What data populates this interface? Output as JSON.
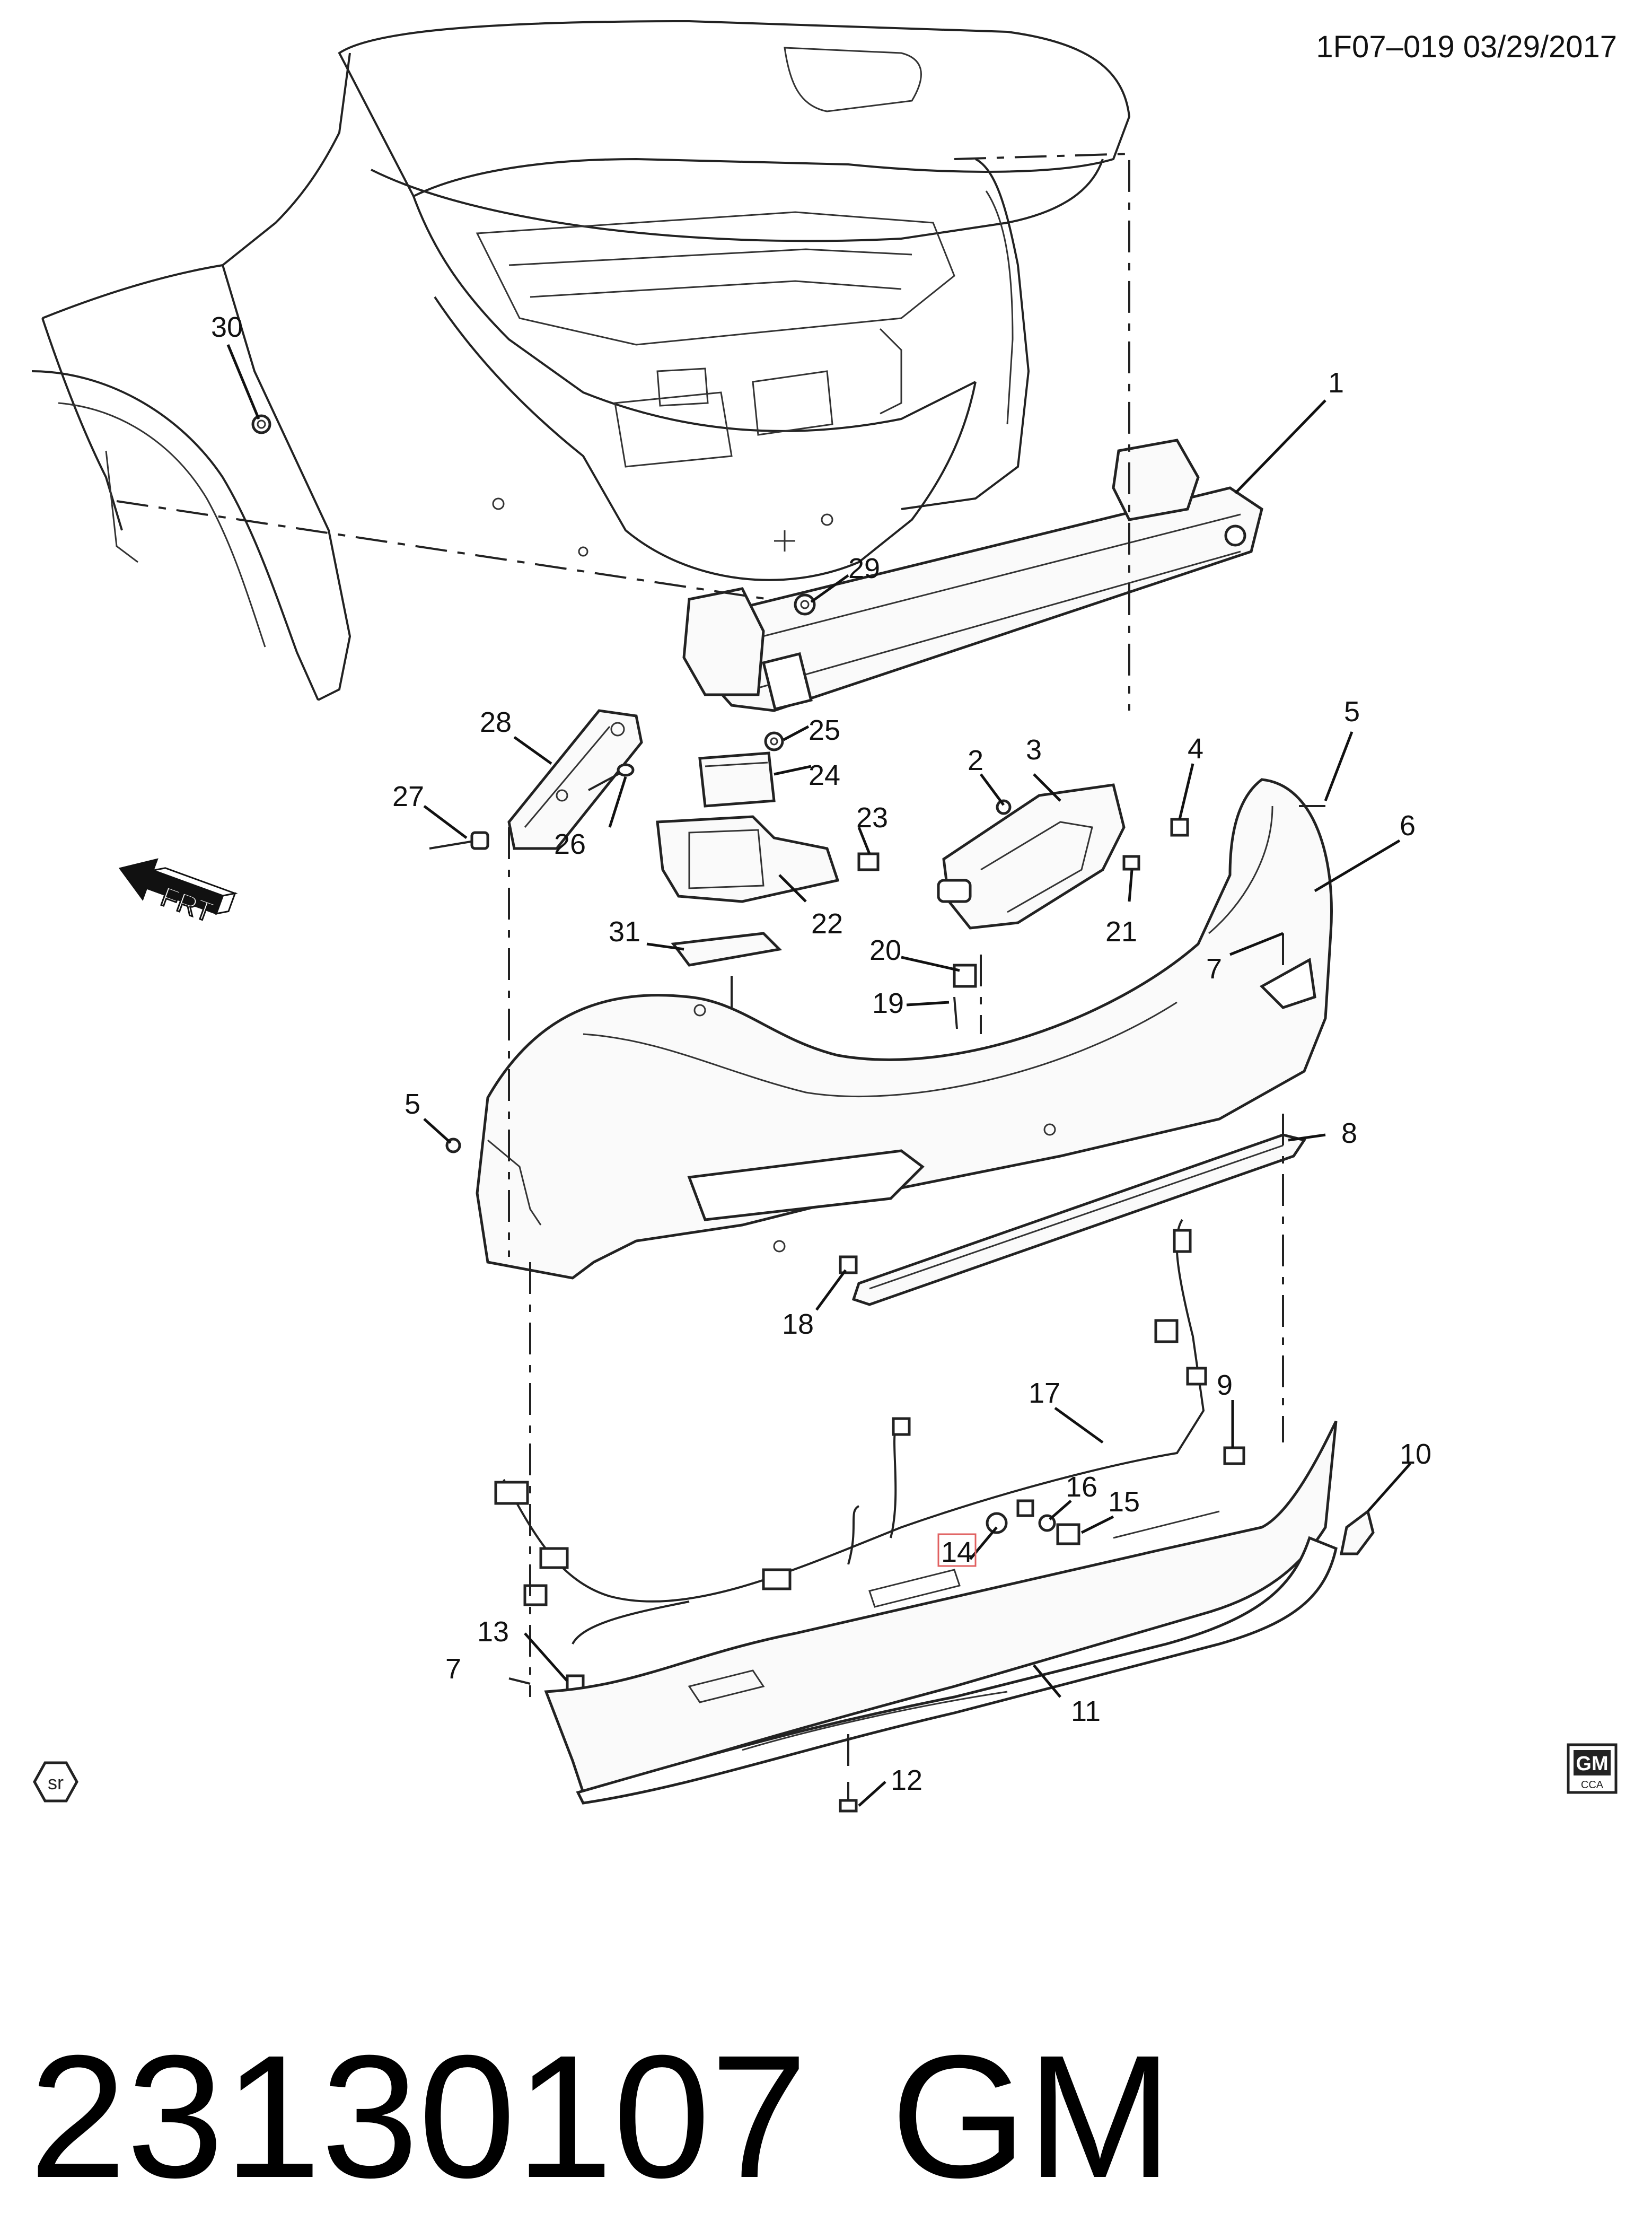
{
  "header": {
    "ref": "1F07–019  03/29/2017"
  },
  "callouts": {
    "c1": "1",
    "c2": "2",
    "c3": "3",
    "c4": "4",
    "c5a": "5",
    "c5b": "5",
    "c6": "6",
    "c7a": "7",
    "c7b": "7",
    "c8": "8",
    "c9": "9",
    "c10": "10",
    "c11": "11",
    "c12": "12",
    "c13": "13",
    "c14": "14",
    "c15": "15",
    "c16": "16",
    "c17": "17",
    "c18": "18",
    "c19": "19",
    "c20": "20",
    "c21": "21",
    "c22": "22",
    "c23": "23",
    "c24": "24",
    "c25": "25",
    "c26": "26",
    "c27": "27",
    "c28": "28",
    "c29": "29",
    "c30": "30",
    "c31": "31"
  },
  "highlight_color": "#e06060",
  "orientation_marker": {
    "label": "FRT",
    "icon": "front-arrow-icon"
  },
  "logos": {
    "sr": "sr",
    "gm": "GM",
    "cca": "CCA"
  },
  "part_number": {
    "number": "23130107",
    "brand": "GM"
  }
}
